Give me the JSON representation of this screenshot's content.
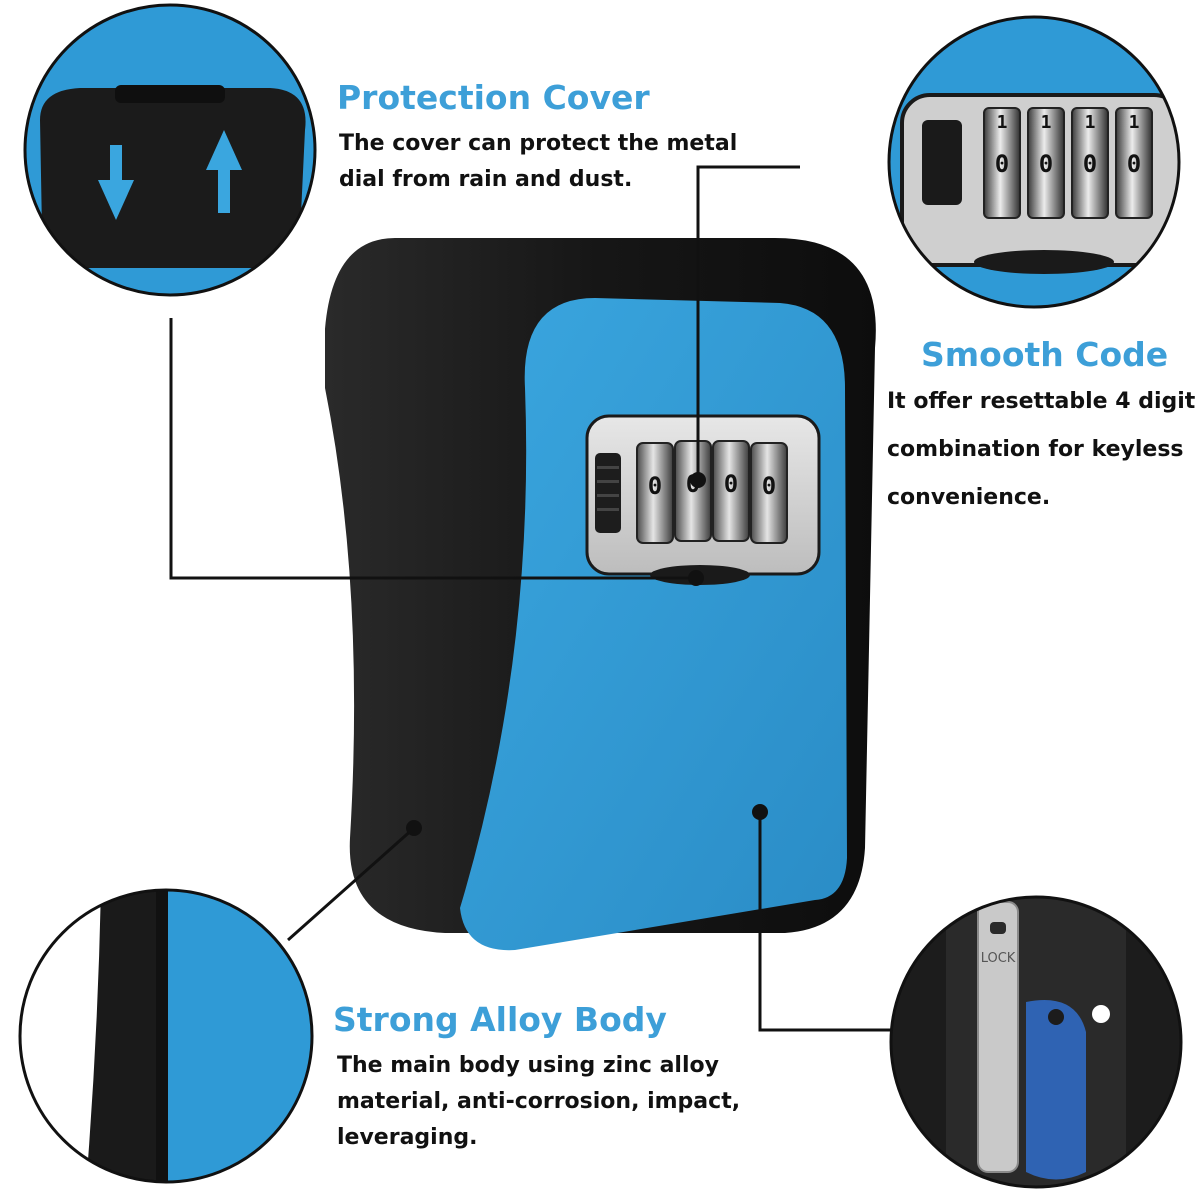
{
  "features": {
    "protection_cover": {
      "title": "Protection Cover",
      "lines": [
        "The cover can protect the metal",
        "dial from rain and dust."
      ]
    },
    "smooth_code": {
      "title": "Smooth Code",
      "lines": [
        "It offer resettable 4 digit",
        "combination for keyless",
        "convenience."
      ]
    },
    "strong_alloy_body": {
      "title": "Strong Alloy Body",
      "lines": [
        "The main body using zinc alloy",
        "material, anti-corrosion, impact,",
        "leveraging."
      ]
    }
  },
  "dial": {
    "digits": [
      "0",
      "0",
      "0",
      "0"
    ],
    "top_digits": [
      "1",
      "1",
      "1",
      "1"
    ]
  },
  "key_tag_text": "LOCK",
  "colors": {
    "accent": "#3d9fd8",
    "body_blue": "#2f95cf",
    "body_black": "#1a1a1a",
    "text": "#111111"
  }
}
